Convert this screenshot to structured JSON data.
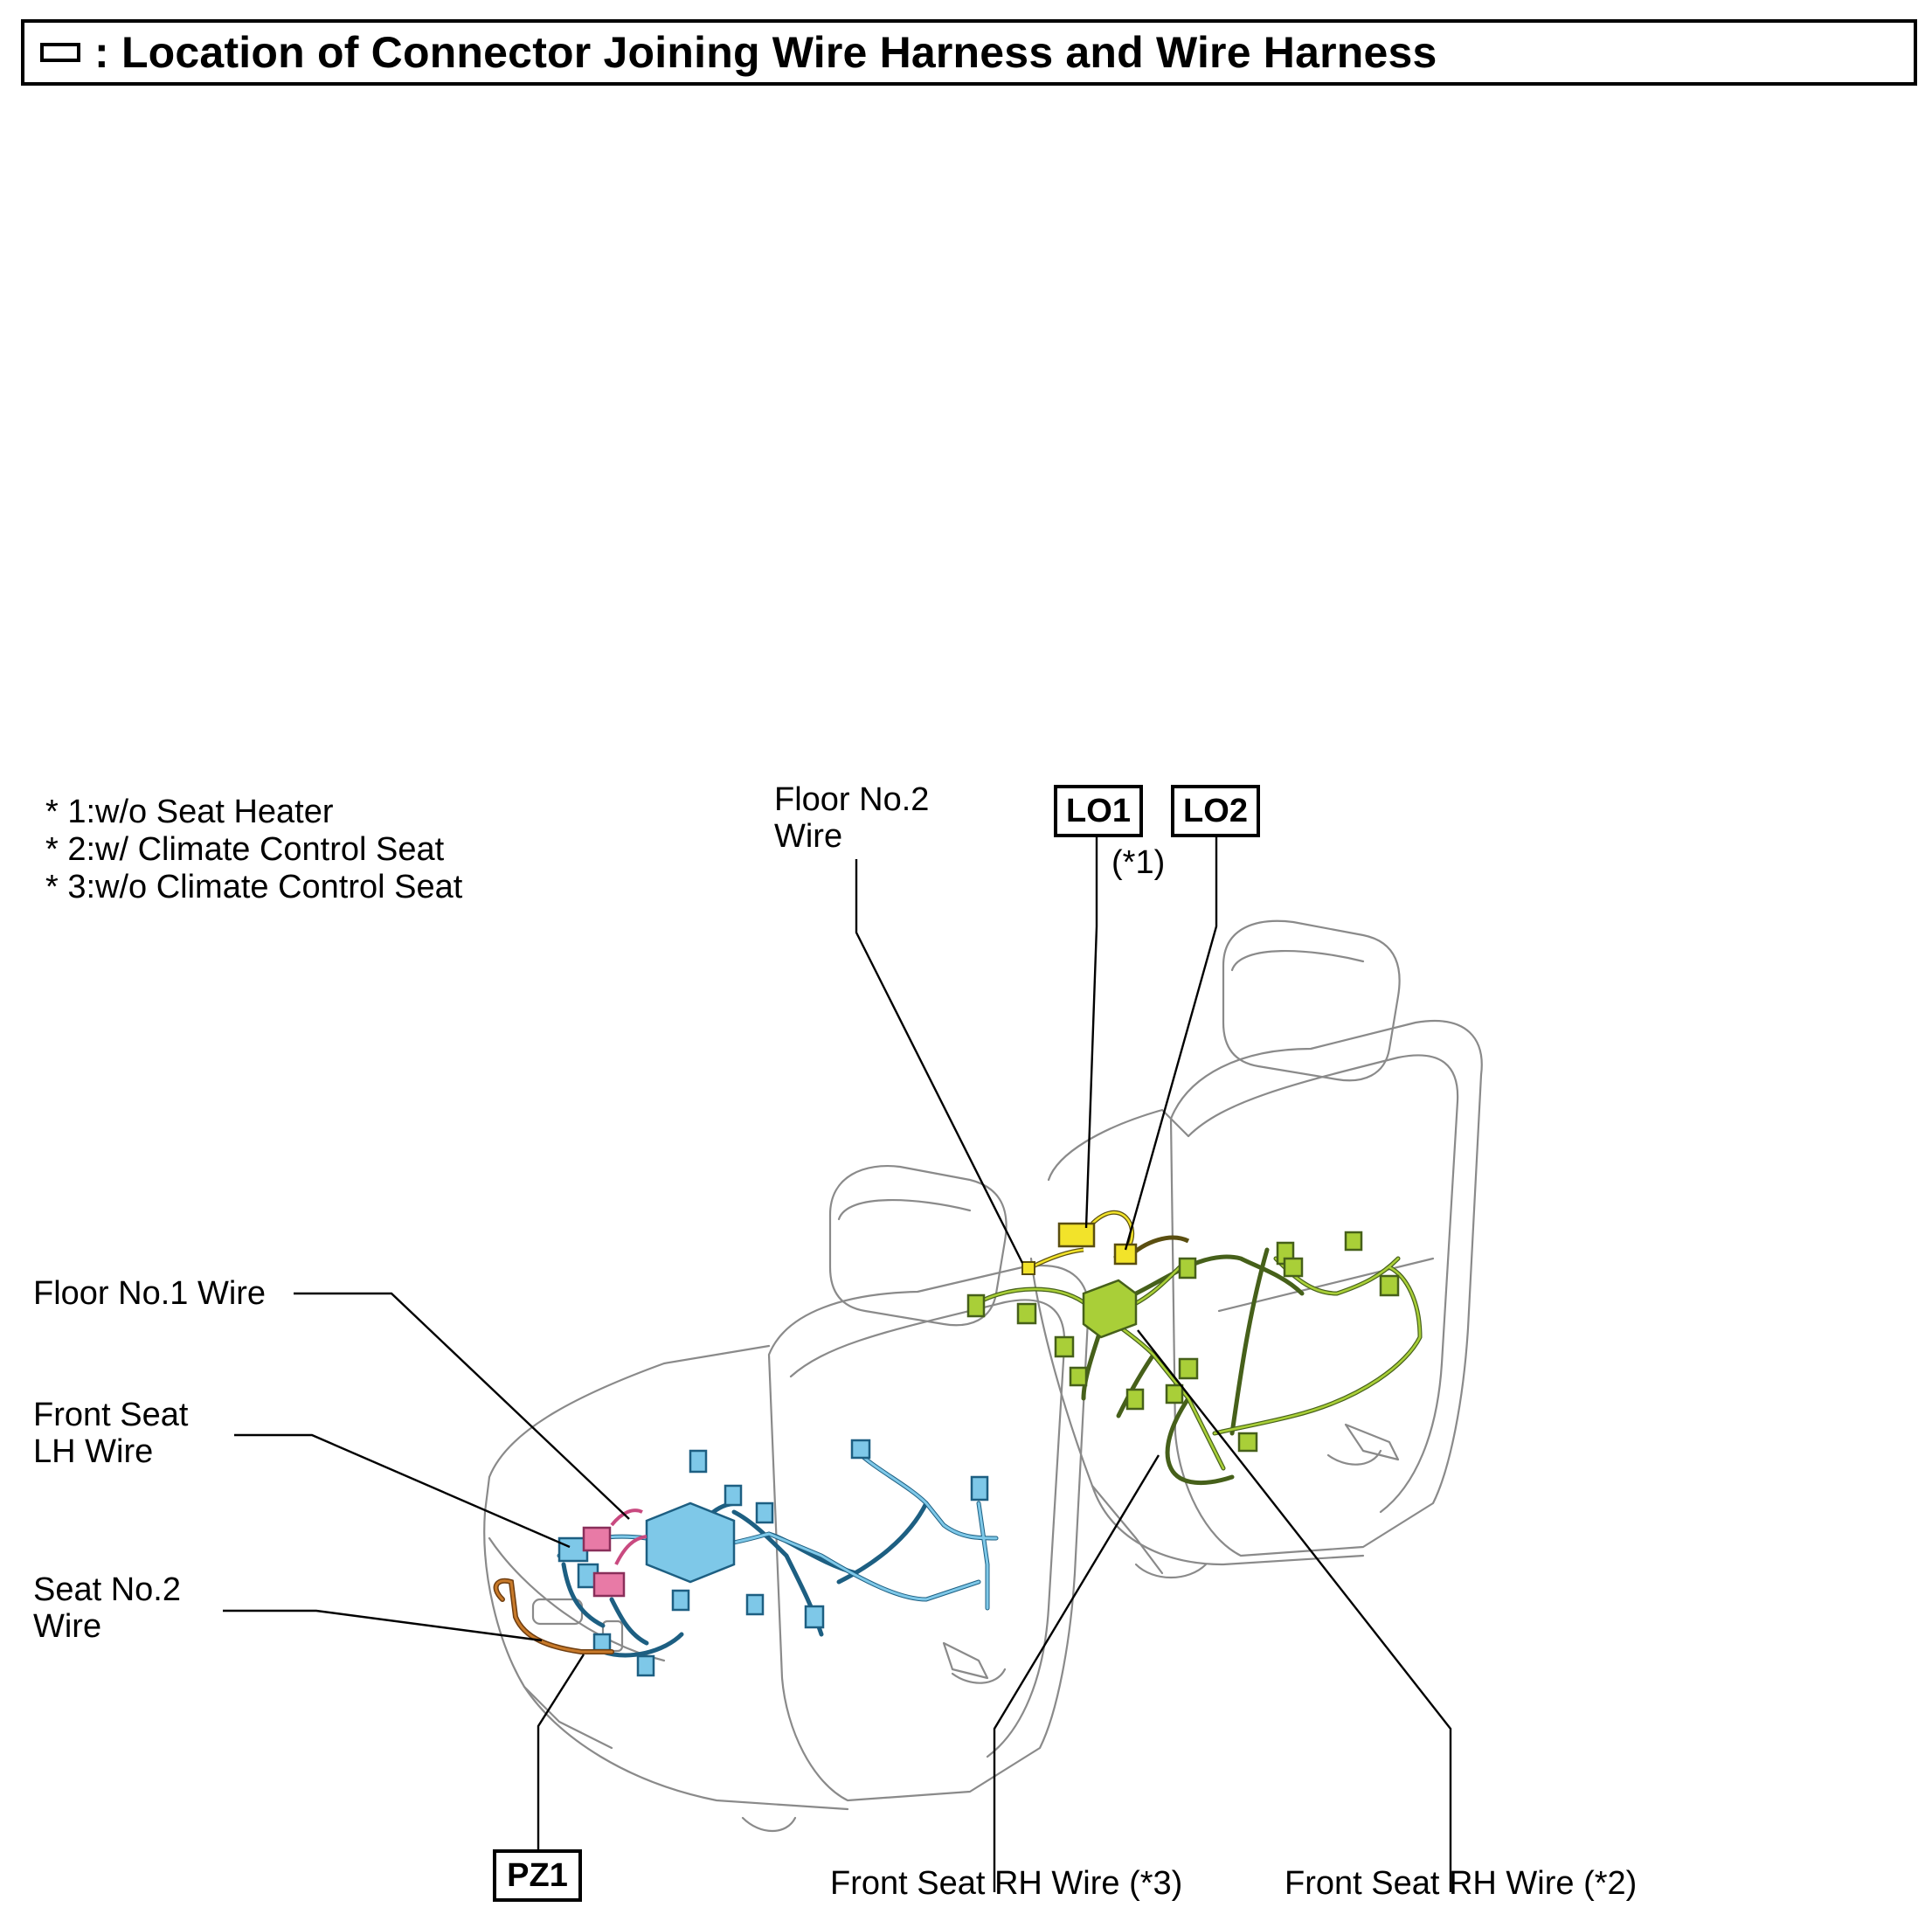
{
  "title": ": Location of Connector Joining Wire Harness and Wire Harness",
  "notes": [
    "* 1:w/o Seat Heater",
    "* 2:w/ Climate Control Seat",
    "* 3:w/o Climate Control Seat"
  ],
  "labels": {
    "floor_no2_line1": "Floor No.2",
    "floor_no2_line2": "Wire",
    "lo1_note": "(*1)",
    "floor_no1": "Floor No.1 Wire",
    "front_seat_lh_line1": "Front Seat",
    "front_seat_lh_line2": "LH Wire",
    "seat_no2_line1": "Seat No.2",
    "seat_no2_line2": "Wire",
    "front_seat_rh_3": "Front Seat RH Wire (*3)",
    "front_seat_rh_2": "Front Seat RH Wire (*2)"
  },
  "connectors": {
    "lo1": "LO1",
    "lo2": "LO2",
    "pz1": "PZ1"
  },
  "colors": {
    "lh_harness": "#7ec8e8",
    "lh_pink": "#e87aa6",
    "rh_harness": "#a9cf38",
    "floor2_yellow": "#f2e32a",
    "seat_no2_orange": "#c87a2a",
    "outline": "#8a8a8a"
  }
}
